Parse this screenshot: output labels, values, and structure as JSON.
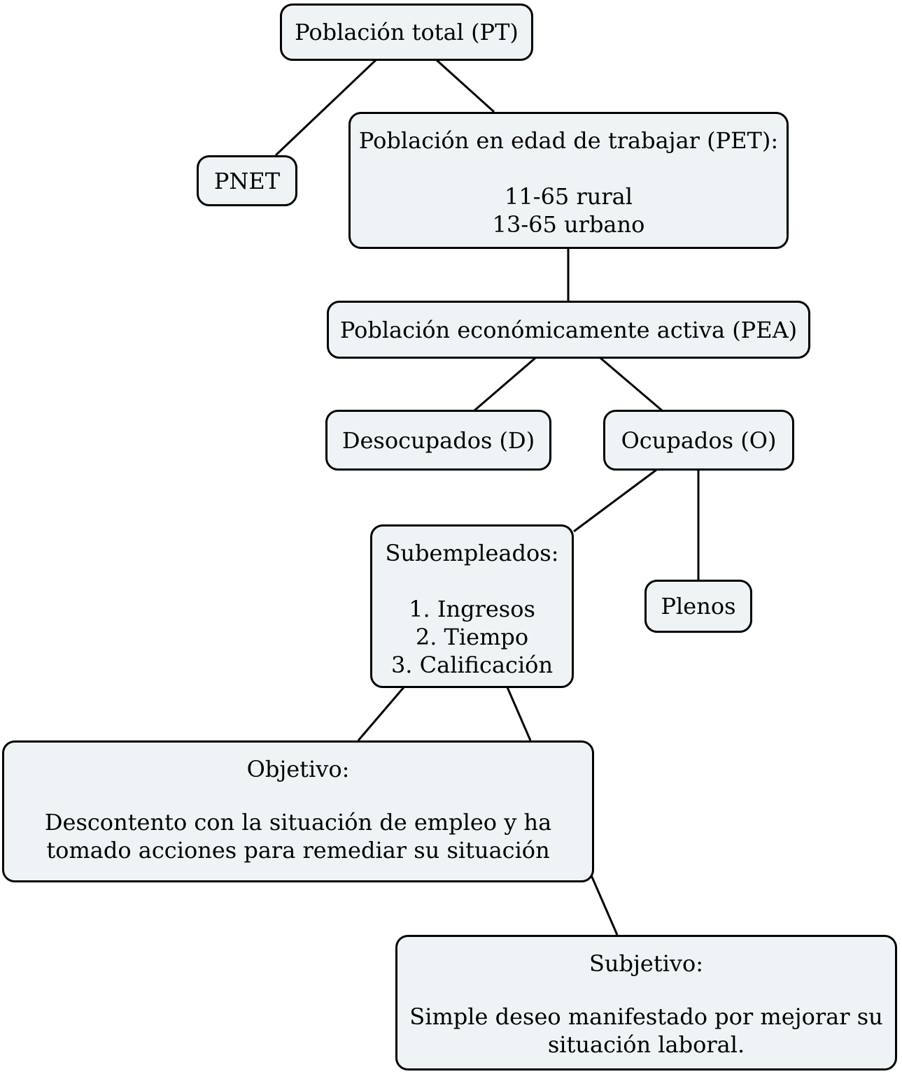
{
  "diagram": {
    "nodes": {
      "pt": {
        "title": "Población total (PT)"
      },
      "pnet": {
        "title": "PNET"
      },
      "pet": {
        "title": "Población en edad de trabajar (PET):",
        "lines": [
          "11-65 rural",
          "13-65 urbano"
        ]
      },
      "pea": {
        "title": "Población económicamente activa (PEA)"
      },
      "desocupados": {
        "title": "Desocupados (D)"
      },
      "ocupados": {
        "title": "Ocupados (O)"
      },
      "subempleados": {
        "title": "Subempleados:",
        "lines": [
          "1. Ingresos",
          "2. Tiempo",
          "3. Calificación"
        ]
      },
      "plenos": {
        "title": "Plenos"
      },
      "objetivo": {
        "title": "Objetivo:",
        "lines": [
          "Descontento con la situación de empleo y ha",
          "tomado acciones para remediar su situación"
        ]
      },
      "subjetivo": {
        "title": "Subjetivo:",
        "lines": [
          "Simple deseo manifestado por mejorar su",
          "situación laboral."
        ]
      }
    },
    "edges": [
      [
        "pt",
        "pnet"
      ],
      [
        "pt",
        "pet"
      ],
      [
        "pet",
        "pea"
      ],
      [
        "pea",
        "desocupados"
      ],
      [
        "pea",
        "ocupados"
      ],
      [
        "ocupados",
        "subempleados"
      ],
      [
        "ocupados",
        "plenos"
      ],
      [
        "subempleados",
        "objetivo"
      ],
      [
        "subempleados",
        "subjetivo"
      ]
    ],
    "colors": {
      "node_fill": "#eef3f5",
      "stroke": "#000000"
    }
  }
}
